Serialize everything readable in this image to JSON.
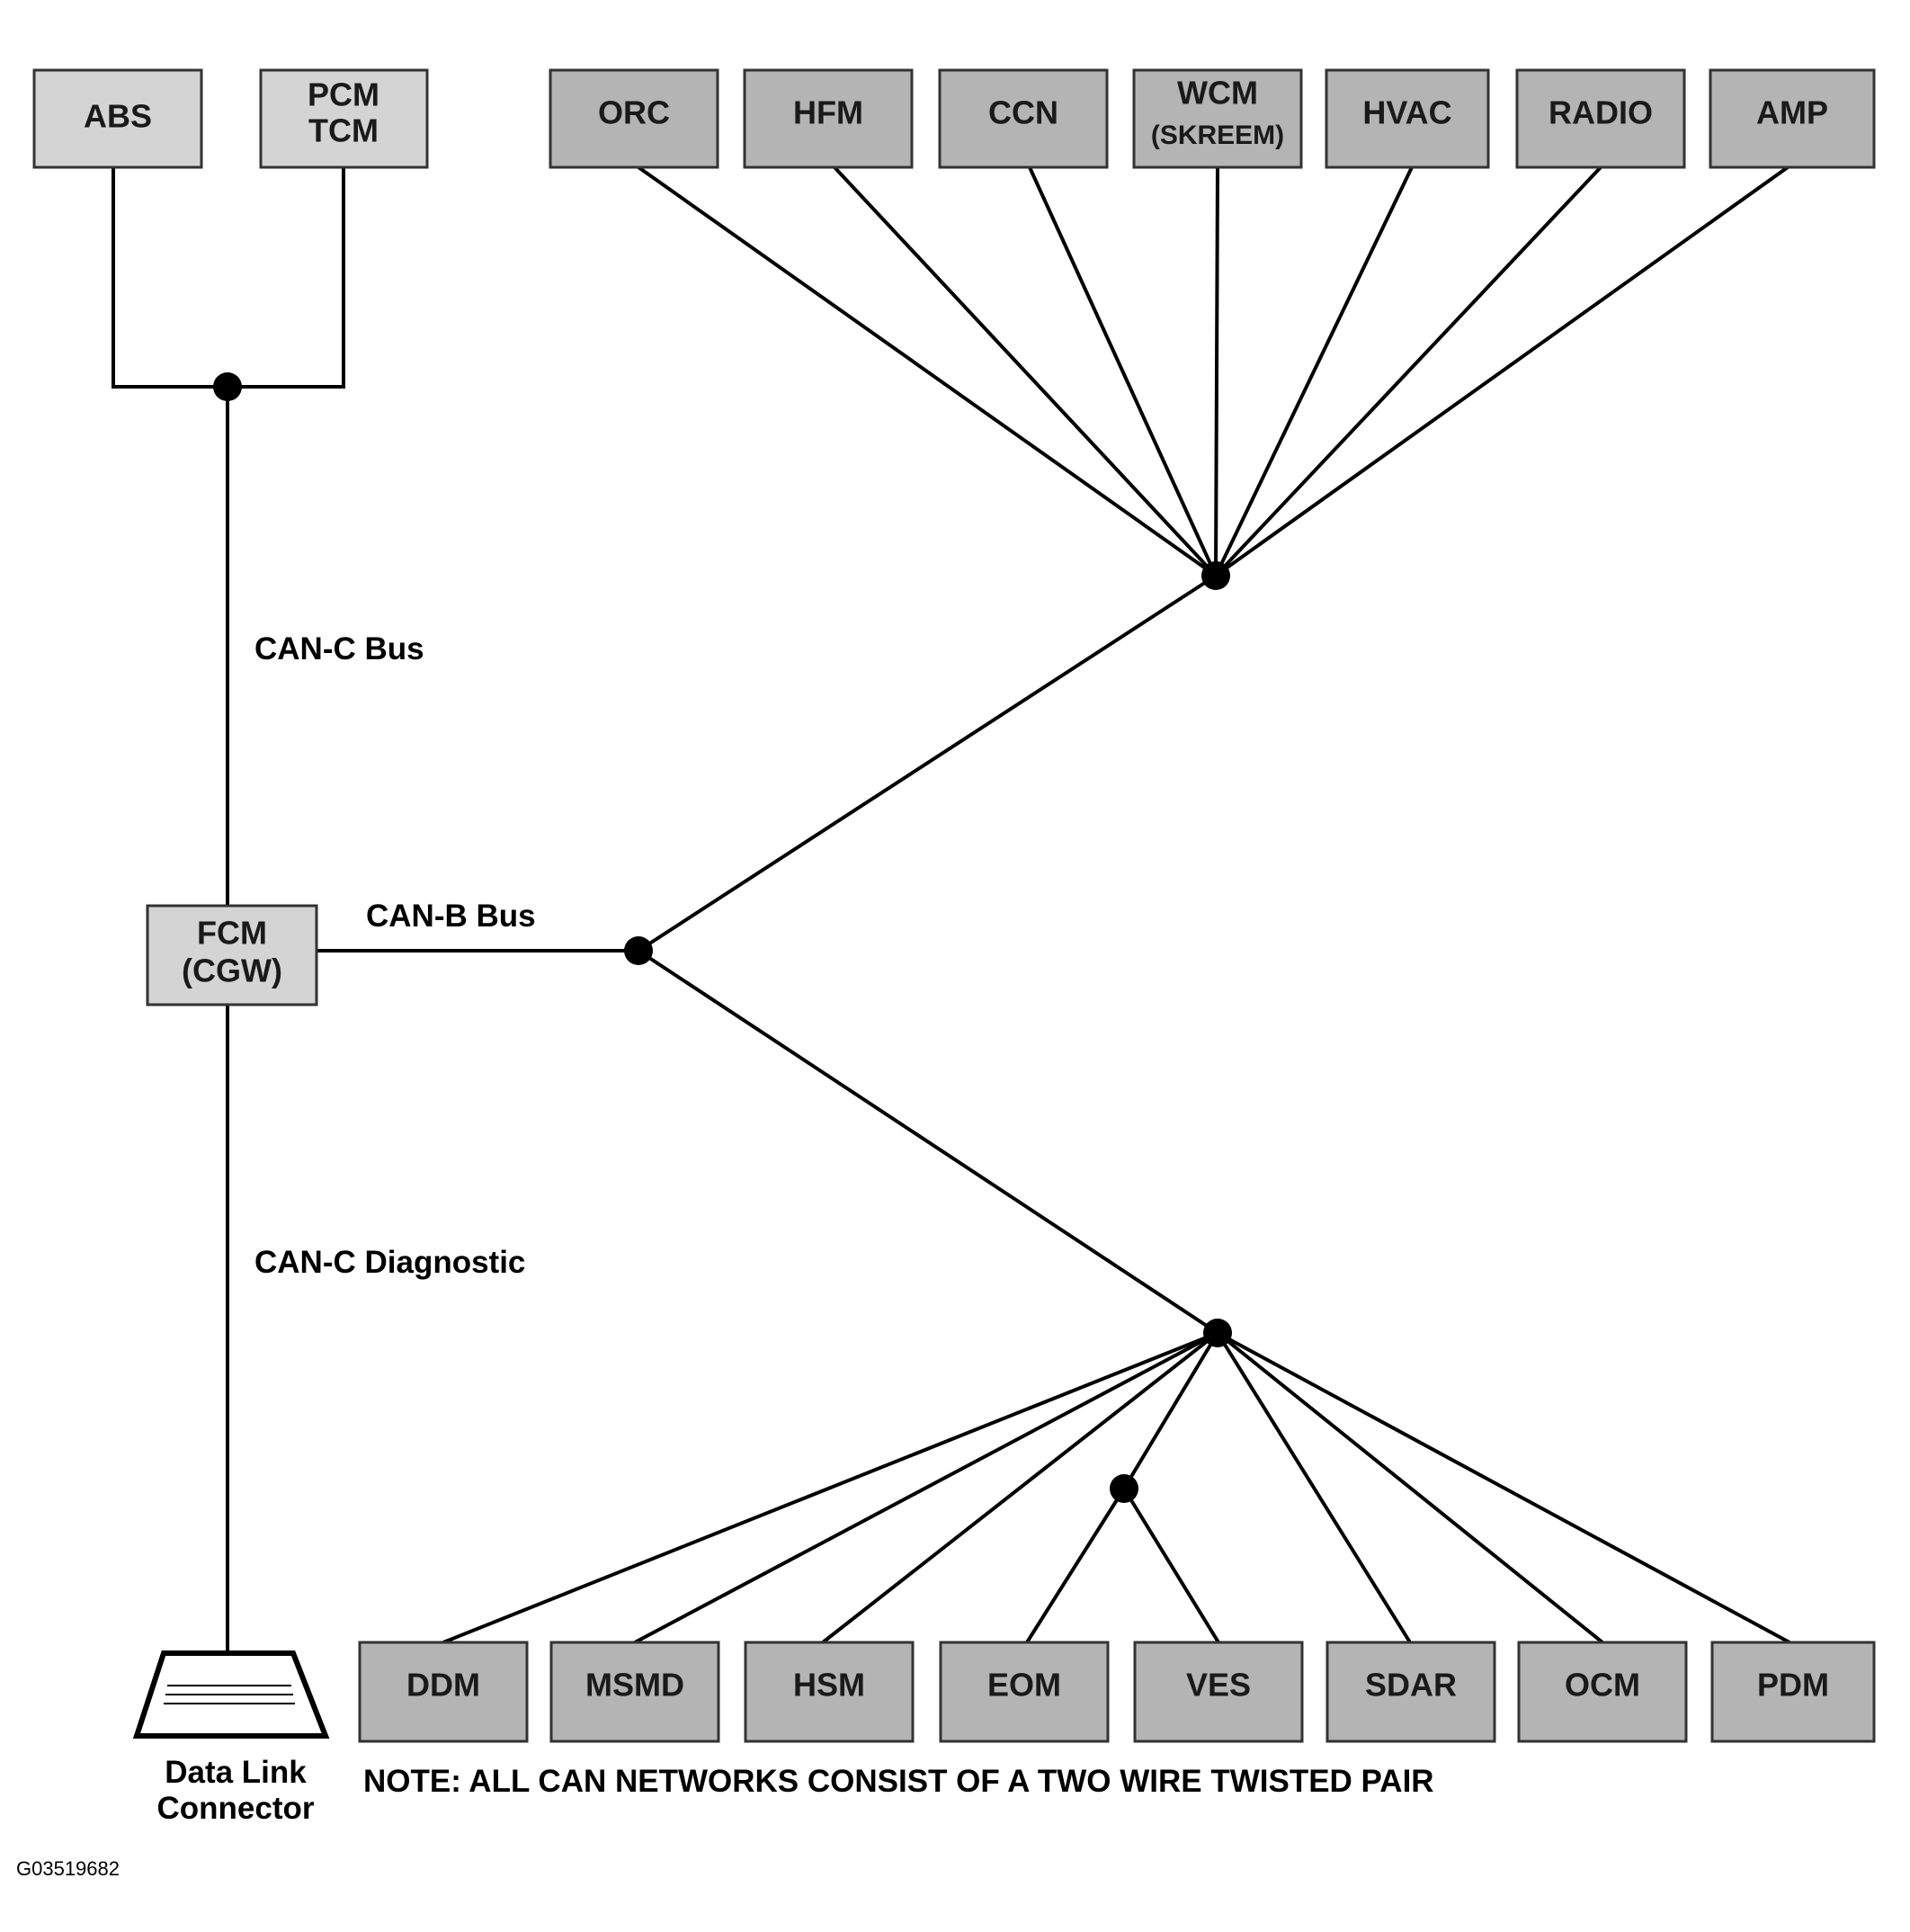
{
  "modules": {
    "abs": "ABS",
    "pcm": "PCM",
    "tcm": "TCM",
    "fcm": "FCM",
    "cgw": "(CGW)",
    "orc": "ORC",
    "hfm": "HFM",
    "ccn": "CCN",
    "wcm": "WCM",
    "skreem": "(SKREEM)",
    "hvac": "HVAC",
    "radio": "RADIO",
    "amp": "AMP",
    "ddm": "DDM",
    "msmd": "MSMD",
    "hsm": "HSM",
    "eom": "EOM",
    "ves": "VES",
    "sdar": "SDAR",
    "ocm": "OCM",
    "pdm": "PDM"
  },
  "labels": {
    "can_c_bus": "CAN-C Bus",
    "can_b_bus": "CAN-B Bus",
    "can_c_diagnostic": "CAN-C Diagnostic",
    "dlc_line1": "Data Link",
    "dlc_line2": "Connector",
    "note": "NOTE: ALL CAN NETWORKS CONSIST OF A TWO WIRE TWISTED PAIR",
    "figure_id": "G03519682"
  }
}
